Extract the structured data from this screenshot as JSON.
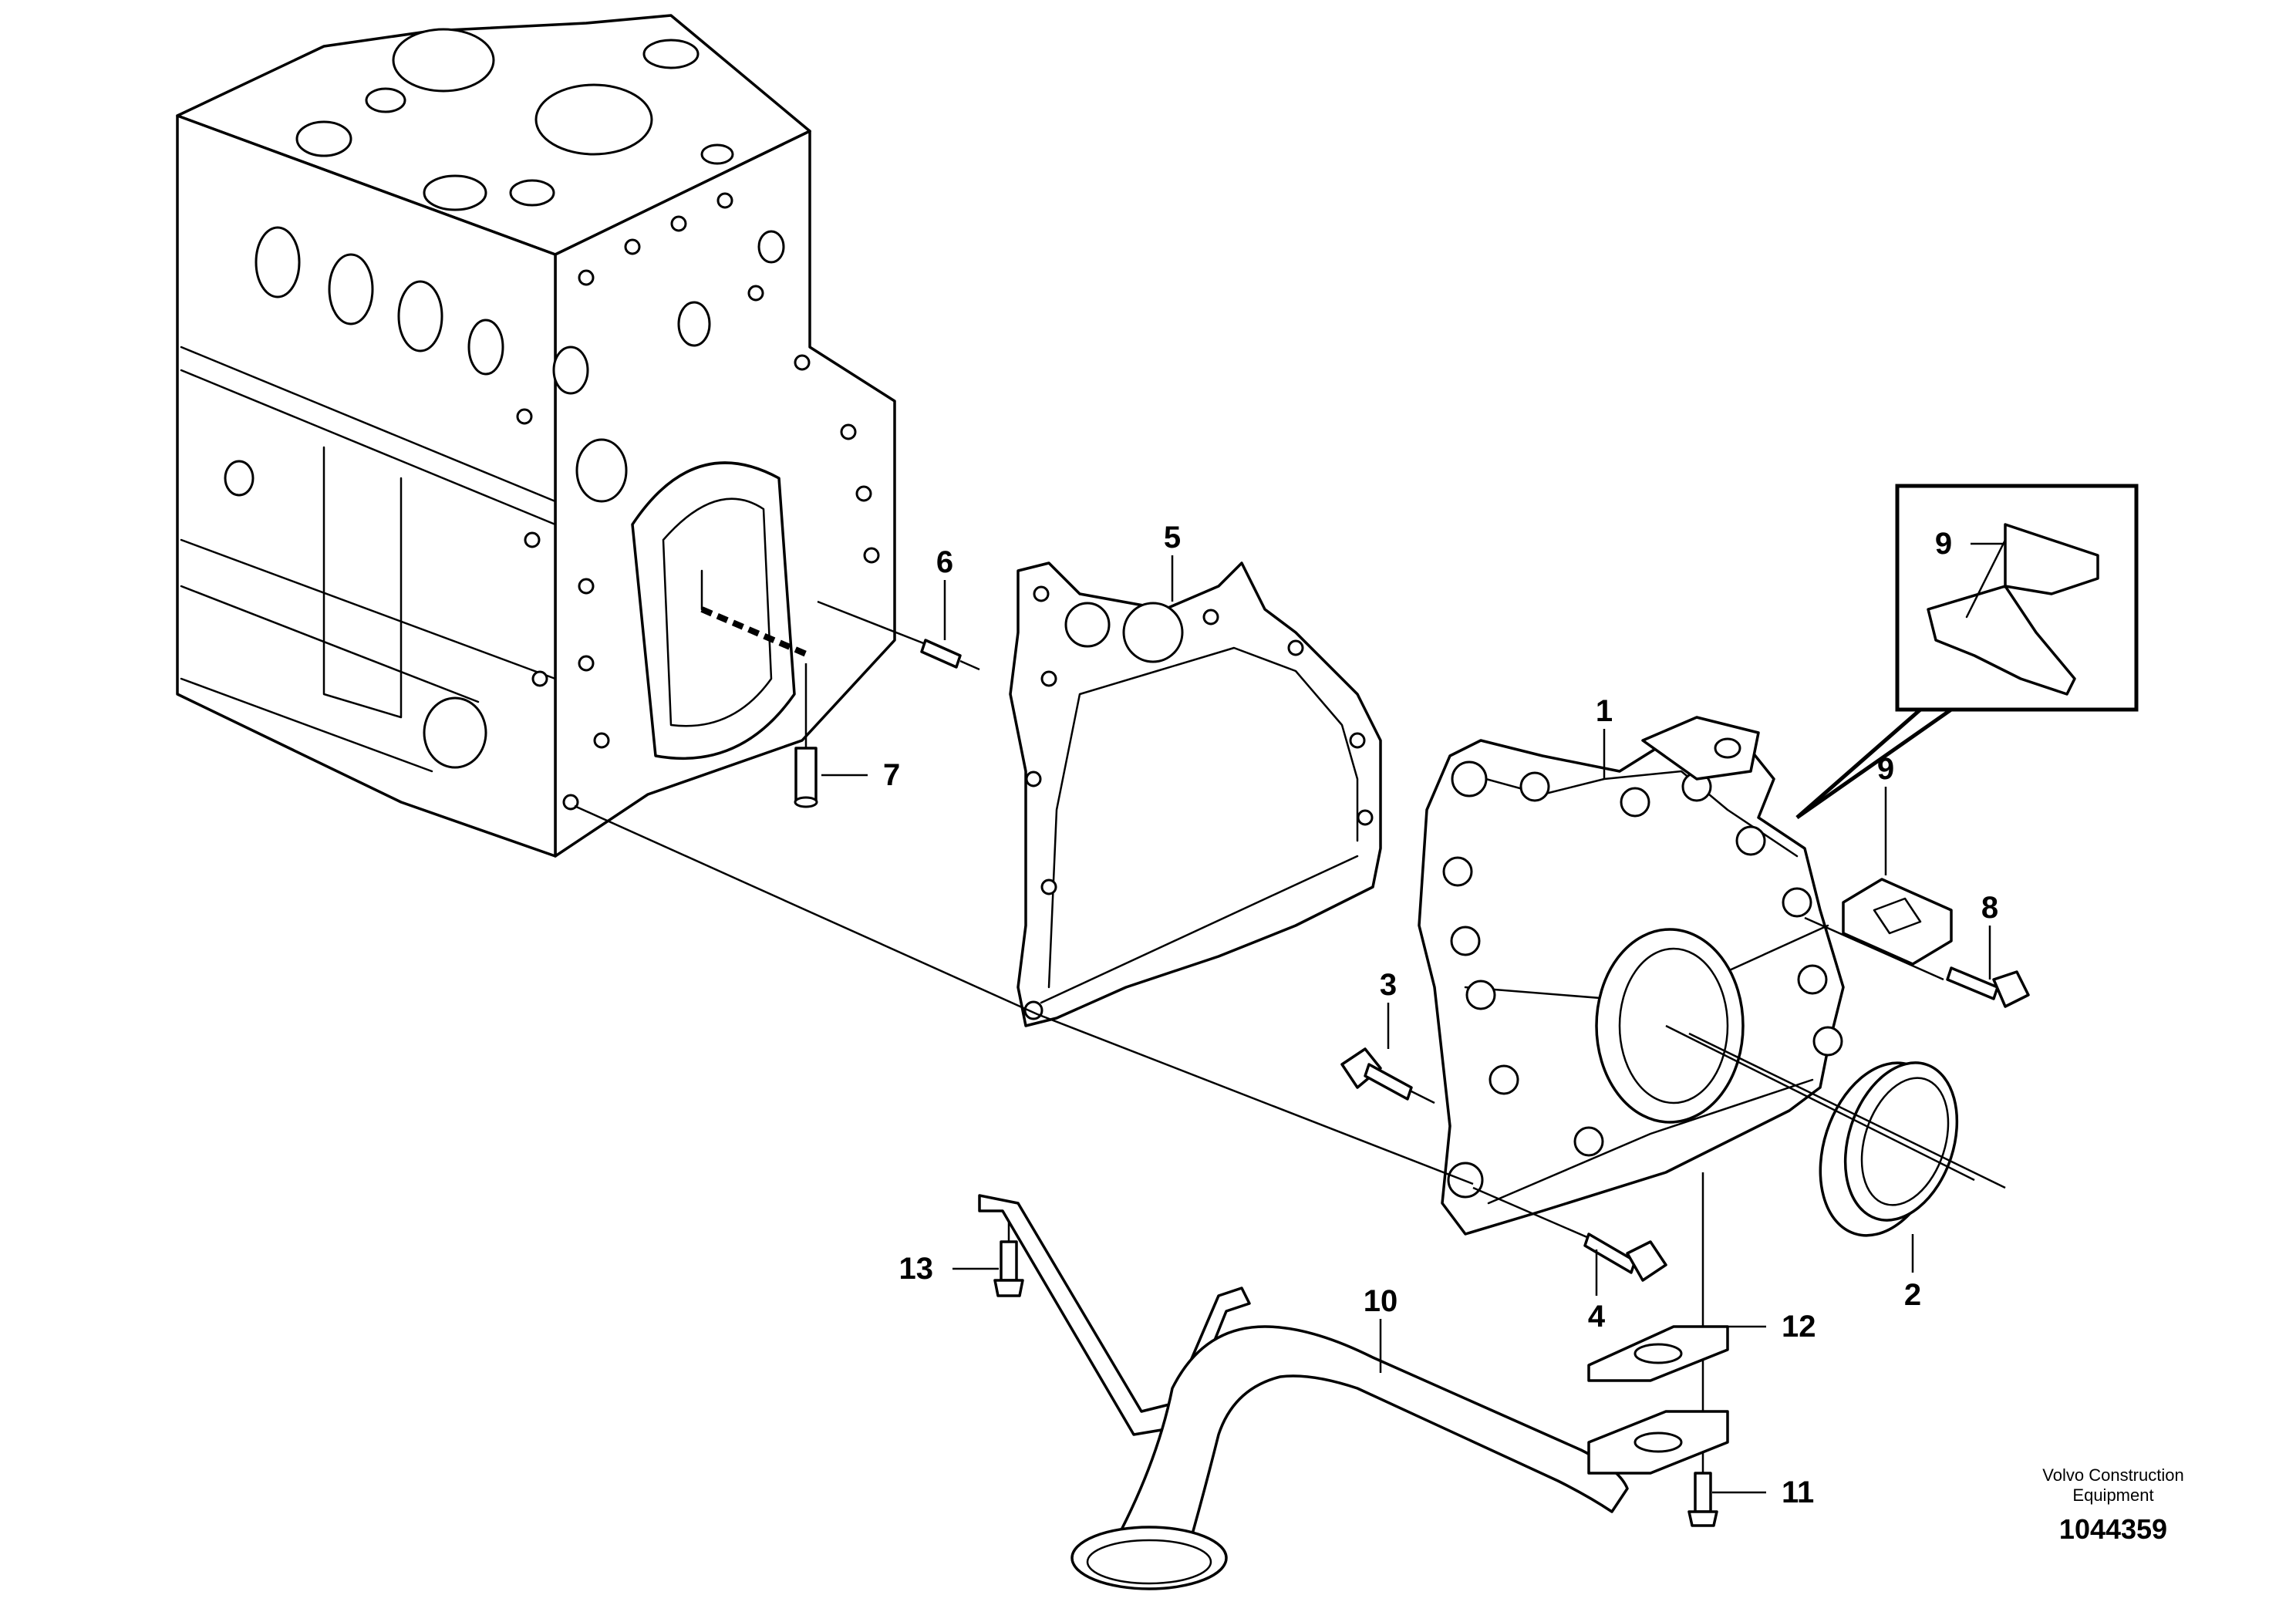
{
  "diagram": {
    "callouts": [
      {
        "id": "c1",
        "label": "1"
      },
      {
        "id": "c2",
        "label": "2"
      },
      {
        "id": "c3",
        "label": "3"
      },
      {
        "id": "c4",
        "label": "4"
      },
      {
        "id": "c5",
        "label": "5"
      },
      {
        "id": "c6",
        "label": "6"
      },
      {
        "id": "c7",
        "label": "7"
      },
      {
        "id": "c8",
        "label": "8"
      },
      {
        "id": "c9",
        "label": "9"
      },
      {
        "id": "c9b",
        "label": "9"
      },
      {
        "id": "c10",
        "label": "10"
      },
      {
        "id": "c11",
        "label": "11"
      },
      {
        "id": "c12",
        "label": "12"
      },
      {
        "id": "c13",
        "label": "13"
      }
    ],
    "caption": {
      "brand_line1": "Volvo Construction",
      "brand_line2": "Equipment",
      "drawing_number": "1044359"
    }
  }
}
